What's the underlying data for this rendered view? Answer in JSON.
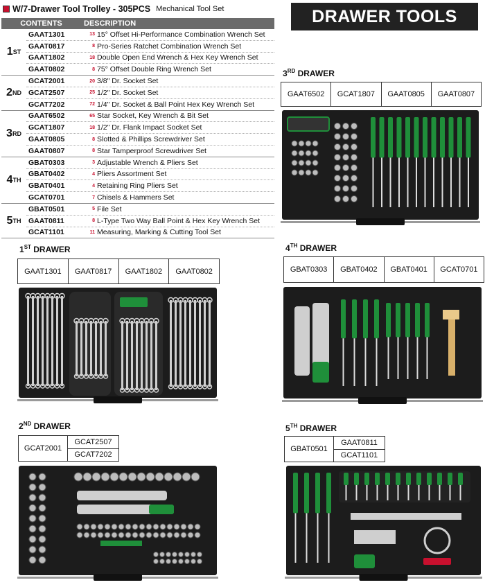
{
  "header": {
    "title": "W/7-Drawer Tool Trolley - 305PCS",
    "subtitle": "Mechanical Tool Set",
    "banner": "DRAWER TOOLS"
  },
  "table": {
    "col_contents": "CONTENTS",
    "col_description": "DESCRIPTION",
    "groups": [
      {
        "num": "1",
        "suffix": "ST",
        "rows": [
          {
            "code": "GAAT1301",
            "qty": "13",
            "desc": "15° Offset Hi-Performance Combination Wrench Set"
          },
          {
            "code": "GAAT0817",
            "qty": "8",
            "desc": "Pro-Series Ratchet Combination Wrench Set"
          },
          {
            "code": "GAAT1802",
            "qty": "18",
            "desc": "Double Open End Wrench & Hex Key Wrench Set"
          },
          {
            "code": "GAAT0802",
            "qty": "8",
            "desc": "75° Offset Double Ring Wrench Set"
          }
        ]
      },
      {
        "num": "2",
        "suffix": "ND",
        "rows": [
          {
            "code": "GCAT2001",
            "qty": "20",
            "desc": "3/8\" Dr. Socket Set"
          },
          {
            "code": "GCAT2507",
            "qty": "25",
            "desc": "1/2\" Dr. Socket Set"
          },
          {
            "code": "GCAT7202",
            "qty": "72",
            "desc": "1/4\" Dr. Socket & Ball Point Hex Key Wrench Set"
          }
        ]
      },
      {
        "num": "3",
        "suffix": "RD",
        "rows": [
          {
            "code": "GAAT6502",
            "qty": "65",
            "desc": "Star Socket, Key Wrench & Bit Set"
          },
          {
            "code": "GCAT1807",
            "qty": "18",
            "desc": "1/2\" Dr. Flank Impact Socket Set"
          },
          {
            "code": "GAAT0805",
            "qty": "8",
            "desc": "Slotted & Phillips Screwdriver Set"
          },
          {
            "code": "GAAT0807",
            "qty": "8",
            "desc": "Star Tamperproof Screwdriver Set"
          }
        ]
      },
      {
        "num": "4",
        "suffix": "TH",
        "rows": [
          {
            "code": "GBAT0303",
            "qty": "3",
            "desc": "Adjustable Wrench & Pliers Set"
          },
          {
            "code": "GBAT0402",
            "qty": "4",
            "desc": "Pliers Assortment Set"
          },
          {
            "code": "GBAT0401",
            "qty": "4",
            "desc": "Retaining Ring Pliers Set"
          },
          {
            "code": "GCAT0701",
            "qty": "7",
            "desc": "Chisels & Hammers Set"
          }
        ]
      },
      {
        "num": "5",
        "suffix": "TH",
        "rows": [
          {
            "code": "GBAT0501",
            "qty": "5",
            "desc": "File Set"
          },
          {
            "code": "GAAT0811",
            "qty": "8",
            "desc": "L-Type Two Way Ball Point & Hex Key Wrench Set"
          },
          {
            "code": "GCAT1101",
            "qty": "11",
            "desc": "Measuring, Marking & Cutting Tool Set"
          }
        ]
      }
    ]
  },
  "drawers": {
    "d3": {
      "num": "3",
      "suffix": "RD",
      "label": "DRAWER",
      "codes": [
        "GAAT6502",
        "GCAT1807",
        "GAAT0805",
        "GAAT0807"
      ]
    },
    "d1": {
      "num": "1",
      "suffix": "ST",
      "label": "DRAWER",
      "codes": [
        "GAAT1301",
        "GAAT0817",
        "GAAT1802",
        "GAAT0802"
      ]
    },
    "d4": {
      "num": "4",
      "suffix": "TH",
      "label": "DRAWER",
      "codes": [
        "GBAT0303",
        "GBAT0402",
        "GBAT0401",
        "GCAT0701"
      ]
    },
    "d2": {
      "num": "2",
      "suffix": "ND",
      "label": "DRAWER",
      "codes": [
        "GCAT2001",
        "GCAT2507",
        "GCAT7202"
      ]
    },
    "d5": {
      "num": "5",
      "suffix": "TH",
      "label": "DRAWER",
      "codes": [
        "GBAT0501",
        "GAAT0811",
        "GCAT1101"
      ]
    }
  },
  "colors": {
    "accent_red": "#c8102e",
    "tool_green": "#1f8f3a",
    "tray": "#1c1c1c",
    "banner": "#222222"
  }
}
